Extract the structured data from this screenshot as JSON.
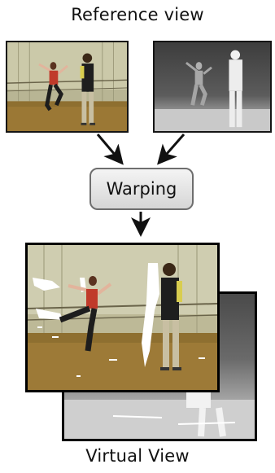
{
  "top_label": "Reference view",
  "process_label": "Warping",
  "bottom_label": "Virtual View",
  "colors": {
    "frame_border": "#151515",
    "box_border": "#6e6e6e",
    "arrow": "#111111",
    "floor_color": "#8a6a2e",
    "wall_color": "#c9c7a6",
    "depth_bg": "#4a4a4a",
    "depth_figure": "#ececec"
  },
  "icons": {
    "arrow_shape": "arrow-icon",
    "reference_color_image": "dancers-photo",
    "reference_depth_image": "depth-map",
    "virtual_color_image": "warped-dancers-photo",
    "virtual_depth_image": "warped-depth-map"
  }
}
